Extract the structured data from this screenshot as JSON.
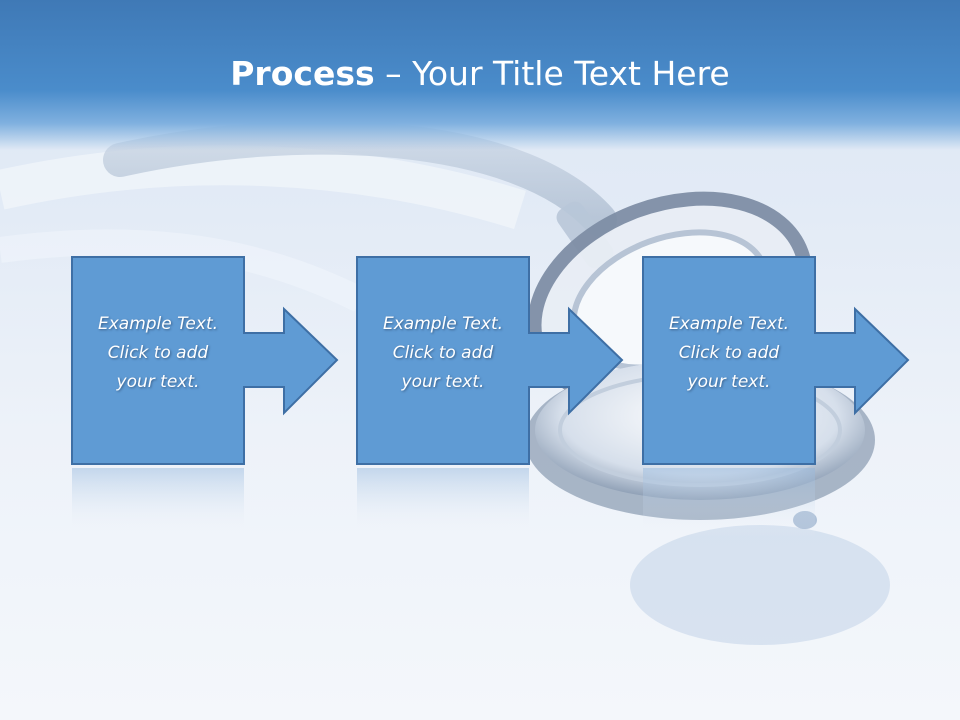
{
  "title": {
    "bold": "Process",
    "rest": " – Your Title Text Here"
  },
  "steps": [
    {
      "line1": "Example Text.",
      "line2": "Click  to add",
      "line3": "your text."
    },
    {
      "line1": "Example Text.",
      "line2": "Click  to add",
      "line3": "your text."
    },
    {
      "line1": "Example Text.",
      "line2": "Click  to add",
      "line3": "your text."
    }
  ],
  "colors": {
    "box_fill": "#5f9bd4",
    "box_stroke": "#3e6fa5",
    "title_bar": "#4a8ccb",
    "title_text": "#ffffff"
  }
}
